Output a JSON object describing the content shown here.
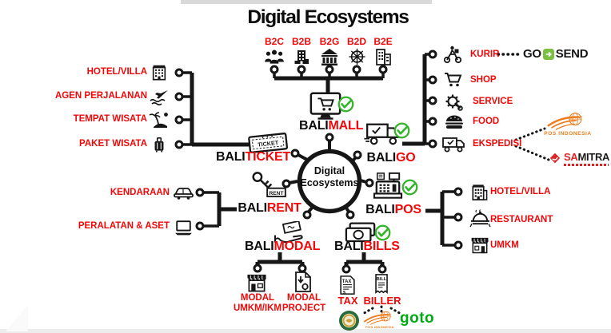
{
  "title": "Digital Ecosystems",
  "center": {
    "line1": "Digital",
    "line2": "Ecosystems"
  },
  "segments": [
    {
      "label": "B2C",
      "icon": "people-group-icon"
    },
    {
      "label": "B2B",
      "icon": "corporate-building-icon"
    },
    {
      "label": "B2G",
      "icon": "government-bank-icon"
    },
    {
      "label": "B2D",
      "icon": "ship-wheel-icon"
    },
    {
      "label": "B2E",
      "icon": "office-buildings-icon"
    }
  ],
  "products": {
    "balimall": {
      "prefix": "BALI",
      "suffix": "MALL",
      "icon": "desktop-cart-icon",
      "checked": true
    },
    "baliticket": {
      "prefix": "BALI",
      "suffix": "TICKET",
      "icon": "ticket-icon",
      "icon_text": "TICKET",
      "checked": false
    },
    "baligo": {
      "prefix": "BALI",
      "suffix": "GO",
      "icon": "delivery-truck-icon",
      "checked": true
    },
    "balirent": {
      "prefix": "BALI",
      "suffix": "RENT",
      "icon": "rent-key-icon",
      "icon_text": "RENT",
      "checked": false
    },
    "balimodal": {
      "prefix": "BALI",
      "suffix": "MODAL",
      "icon": "hand-money-icon",
      "checked": false
    },
    "balibills": {
      "prefix": "BALI",
      "suffix": "BILLS",
      "icon": "banknotes-icon",
      "checked": true
    },
    "balipos": {
      "prefix": "BALI",
      "suffix": "POS",
      "icon": "cash-register-icon",
      "checked": true
    }
  },
  "ticket_children": [
    {
      "label": "HOTEL/VILLA",
      "icon": "hotel-icon"
    },
    {
      "label": "AGEN PERJALANAN",
      "icon": "travel-agent-icon"
    },
    {
      "label": "TEMPAT WISATA",
      "icon": "beach-icon"
    },
    {
      "label": "PAKET WISATA",
      "icon": "luggage-icon"
    }
  ],
  "go_children": [
    {
      "label": "KURIR",
      "icon": "courier-scooter-icon"
    },
    {
      "label": "SHOP",
      "icon": "shopping-cart-icon"
    },
    {
      "label": "SERVICE",
      "icon": "gear-wrench-icon"
    },
    {
      "label": "FOOD",
      "icon": "burger-icon"
    },
    {
      "label": "EKSPEDISI",
      "icon": "cargo-truck-icon"
    }
  ],
  "rent_children": [
    {
      "label": "KENDARAAN",
      "icon": "car-icon"
    },
    {
      "label": "PERALATAN & ASET",
      "icon": "laptop-icon"
    }
  ],
  "modal_children": [
    {
      "line1": "MODAL",
      "line2": "UMKM/IKM",
      "icon": "storefront-icon"
    },
    {
      "line1": "MODAL",
      "line2": "PROJECT",
      "icon": "project-document-icon"
    }
  ],
  "bills_children": [
    {
      "label": "TAX",
      "icon": "tax-document-icon",
      "icon_text": "TAX",
      "icon_symbol": "$"
    },
    {
      "label": "BILLER",
      "icon": "bill-receipt-icon",
      "icon_text": "BILL"
    }
  ],
  "pos_children": [
    {
      "label": "HOTEL/VILLA",
      "icon": "hotel-building-icon"
    },
    {
      "label": "RESTAURANT",
      "icon": "food-cloche-icon"
    },
    {
      "label": "UMKM",
      "icon": "storefront-icon"
    }
  ],
  "partners": {
    "gosend": {
      "go": "GO",
      "send": "SEND",
      "icon": "gosend-box-icon"
    },
    "pos_indonesia": {
      "name": "POS INDONESIA",
      "icon": "pos-indonesia-bird-logo"
    },
    "samitra": {
      "sa": "SA",
      "mitra": "MITRA",
      "icon": "samitra-diamond-logo"
    },
    "bank_bpd": {
      "icon": "bpd-bali-emblem-logo"
    },
    "goto": {
      "name": "goto"
    }
  },
  "colors": {
    "label_red": "#f10808",
    "line_black": "#161616",
    "check_green": "#33b42a",
    "gosend_green": "#7bc043",
    "goto_green": "#00aa13",
    "pos_orange": "#ee7c1b",
    "samitra_red": "#e02424",
    "bpd_green": "#2a6b3c",
    "bpd_gold": "#c9a13b"
  }
}
